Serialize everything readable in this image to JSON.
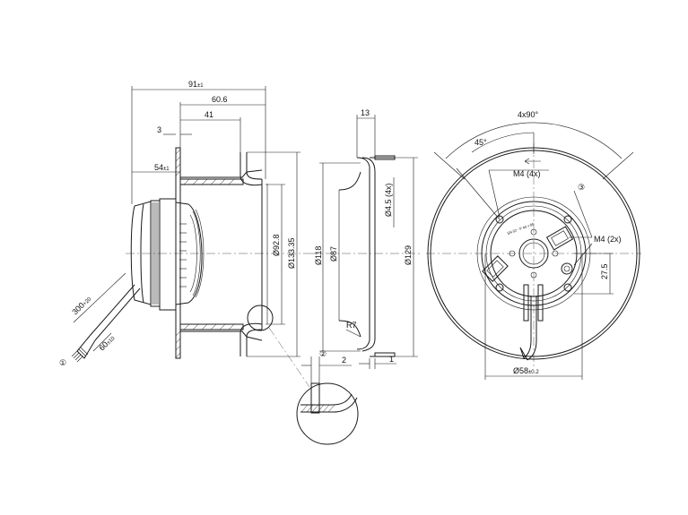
{
  "dimensions": {
    "overall_depth": "91",
    "overall_depth_tol": "±1",
    "depth_60": "60.6",
    "depth_41": "41",
    "depth_3": "3",
    "depth_54": "54",
    "depth_54_tol": "±1",
    "dia_92": "Ø92.8",
    "dia_133": "Ø133.35",
    "cable_300": "300",
    "cable_300_tol": "+20",
    "cable_60": "60",
    "cable_60_tol": "±10",
    "flange_13": "13",
    "dia_118": "Ø118",
    "dia_87": "Ø87",
    "dia_129": "Ø129",
    "hole_4_5": "Ø4.5 (4x)",
    "radius_r7": "R7",
    "gap_2": "2",
    "gap_1": "1",
    "angle_4x90": "4x90°",
    "angle_45": "45°",
    "thread_m4_4x": "M4 (4x)",
    "thread_m4_2x": "M4 (2x)",
    "offset_27_5": "27.5",
    "dia_58": "Ø58",
    "dia_58_tol": "±0.2"
  },
  "callouts": {
    "c1": "①",
    "c2": "②",
    "c3": "③"
  },
  "label_text": {
    "plate": "SN 02 - P 40 x 80"
  }
}
